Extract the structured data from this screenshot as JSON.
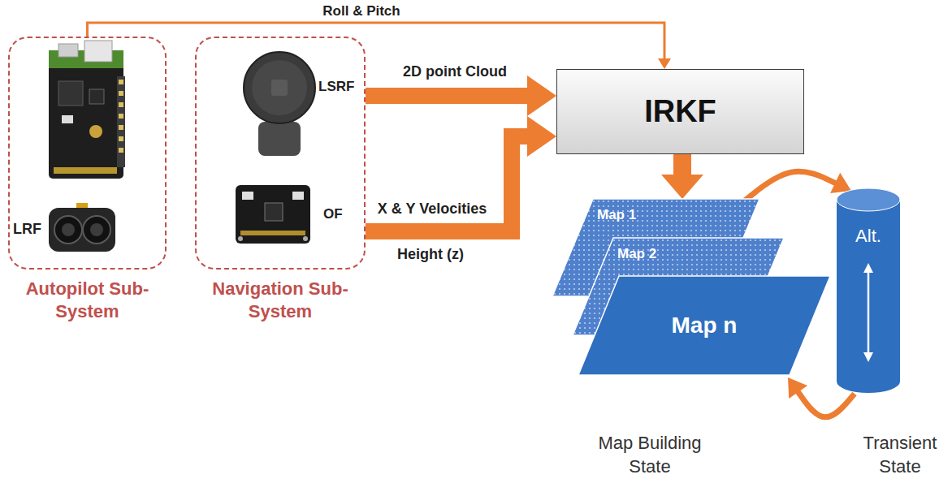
{
  "diagram": {
    "nodes": [
      {
        "text": [
          "Autopilot Sub-System"
        ]
      },
      {
        "text": [
          "Navigation Sub-System"
        ]
      },
      {
        "text": [
          "IRKF"
        ]
      },
      {
        "text": [
          "Map 1"
        ]
      },
      {
        "text": [
          "Map 2"
        ]
      },
      {
        "text": [
          "Map n"
        ]
      },
      {
        "text": [
          "Alt."
        ]
      }
    ],
    "edges": [
      {
        "from": 0,
        "to": 2,
        "arrow": "to",
        "label": "Roll & Pitch"
      },
      {
        "from": 1,
        "to": 2,
        "arrow": "to",
        "label": "2D point Cloud"
      },
      {
        "from": 1,
        "to": 2,
        "arrow": "to",
        "label": "X & Y Velocities"
      },
      {
        "from": 2,
        "to": 3,
        "arrow": "to"
      },
      {
        "from": 3,
        "to": 6,
        "arrow": "to"
      },
      {
        "from": 6,
        "to": 5,
        "arrow": "to"
      }
    ],
    "labels": [
      "LRF",
      "LSRF",
      "OF",
      "Height (z)",
      "Map Building State",
      "Transient State"
    ]
  }
}
